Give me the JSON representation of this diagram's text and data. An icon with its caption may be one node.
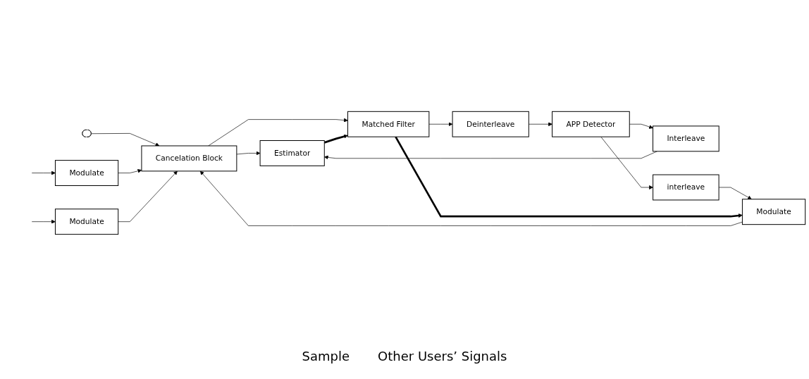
{
  "diagram": {
    "nodes": [
      {
        "text": [],
        "shape": "switch"
      },
      {
        "text": [
          "Cancelation Block"
        ]
      },
      {
        "text": [
          "Estimator"
        ]
      },
      {
        "text": [
          "Interleave"
        ]
      },
      {
        "text": [
          "Matched Filter"
        ]
      },
      {
        "text": [
          "Deinterleave"
        ]
      },
      {
        "text": [
          "APP Detector"
        ]
      },
      {
        "text": [
          "interleave"
        ]
      },
      {
        "text": [
          "Modulate"
        ]
      },
      {
        "text": [
          "Modulate"
        ]
      },
      {
        "text": [
          "Modulate"
        ]
      }
    ],
    "edges": [
      {
        "from": 0,
        "to": 1,
        "arrow": "to"
      },
      {
        "from": 1,
        "to": 2,
        "arrow": "to"
      },
      {
        "from": 1,
        "to": 4,
        "arrow": "to"
      },
      {
        "from": 3,
        "to": 2,
        "arrow": "to"
      },
      {
        "from": 2,
        "to": 4,
        "arrow": "to",
        "style": "thick"
      },
      {
        "from": 4,
        "to": 5,
        "arrow": "to"
      },
      {
        "from": 5,
        "to": 6,
        "arrow": "to"
      },
      {
        "from": 6,
        "to": 3,
        "arrow": "to"
      },
      {
        "from": 6,
        "to": 7,
        "arrow": "to"
      },
      {
        "from": 7,
        "to": 8,
        "arrow": "to"
      },
      {
        "from": 4,
        "to": 8,
        "arrow": "to",
        "style": "thick"
      },
      {
        "from": 8,
        "to": 1,
        "arrow": "to"
      },
      {
        "from": 9,
        "to": 1,
        "arrow": "to"
      },
      {
        "from": 10,
        "to": 1,
        "arrow": "to"
      },
      {
        "from": null,
        "to": 9,
        "arrow": "to"
      },
      {
        "from": null,
        "to": 10,
        "arrow": "to"
      }
    ],
    "labels": [
      "Sample",
      "Other Users’ Signals"
    ]
  }
}
